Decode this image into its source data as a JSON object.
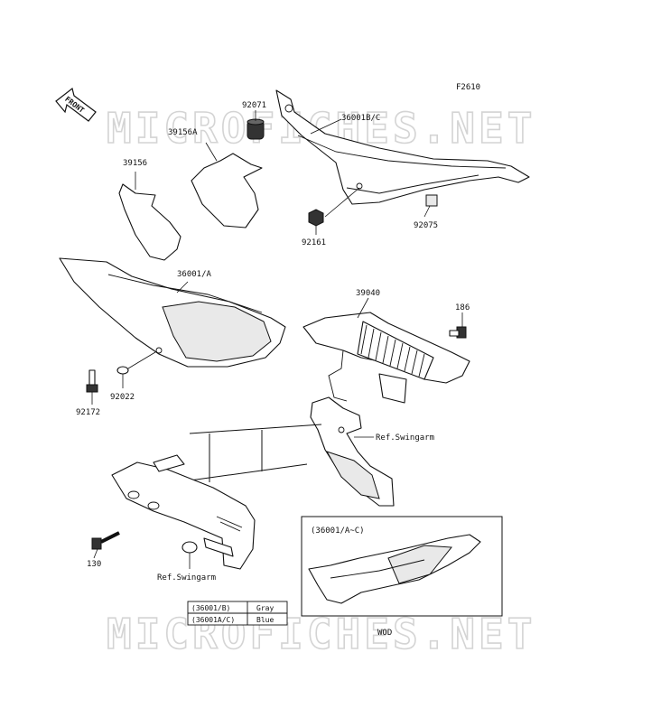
{
  "figure_code": "F2610",
  "watermark": "MICROFICHES.NET",
  "front_label": "FRONT",
  "callouts": {
    "p92071": "92071",
    "p36001bc": "36001B/C",
    "p39156a": "39156A",
    "p39156": "39156",
    "p92161": "92161",
    "p92075": "92075",
    "p36001a": "36001/A",
    "p39040": "39040",
    "p186": "186",
    "p92022": "92022",
    "p92172": "92172",
    "p130": "130"
  },
  "refs": {
    "swingarm_1": "Ref.Swingarm",
    "swingarm_2": "Ref.Swingarm"
  },
  "inset": {
    "title": "(36001/A~C)",
    "caption": "WOD"
  },
  "color_table": [
    {
      "part": "(36001/B)",
      "color": "Gray"
    },
    {
      "part": "(36001A/C)",
      "color": "Blue"
    }
  ]
}
